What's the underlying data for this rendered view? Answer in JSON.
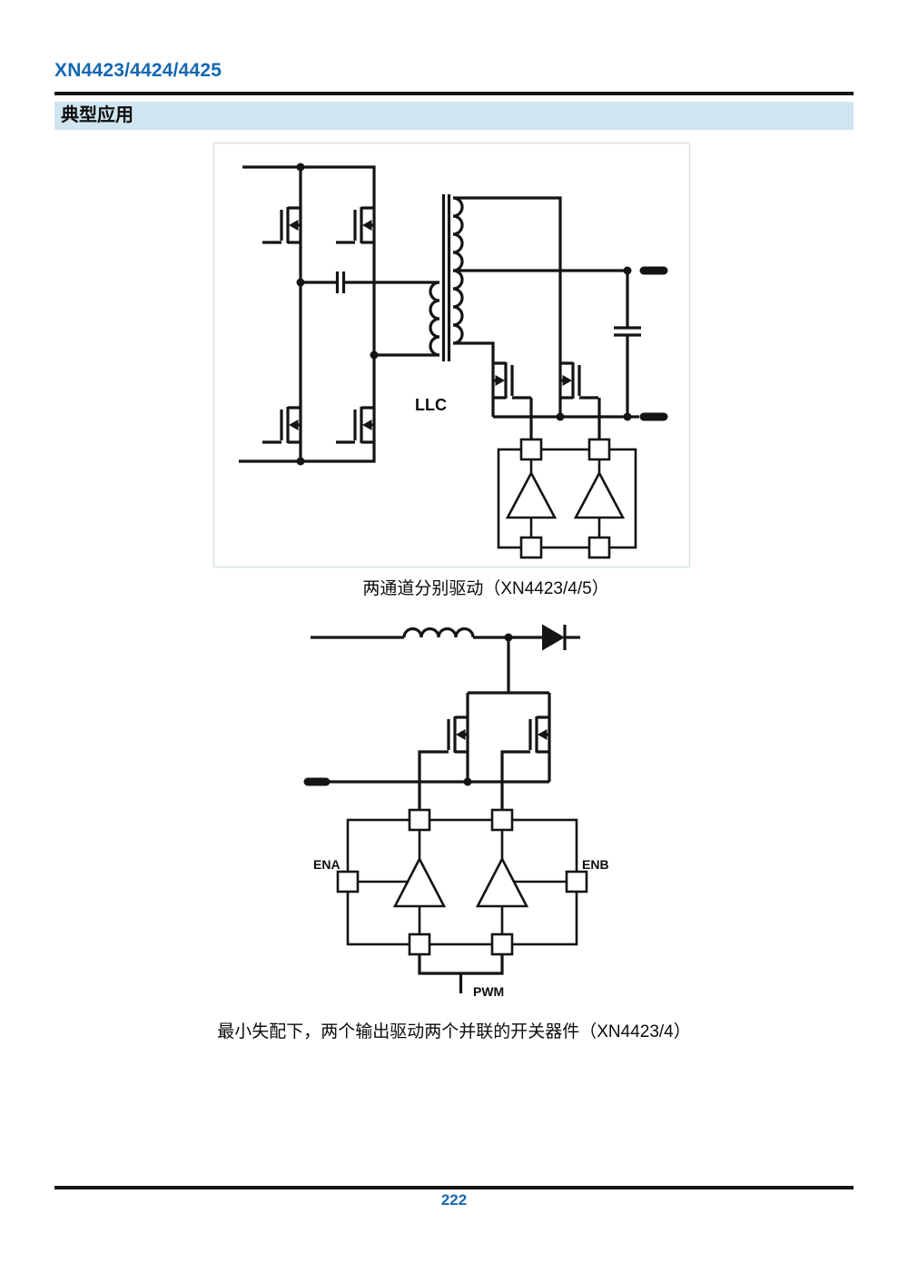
{
  "header": {
    "title": "XN4423/4424/4425",
    "title_color": "#1668b0"
  },
  "section": {
    "label": "典型应用",
    "background": "#cfe5ef"
  },
  "figure1": {
    "caption": "两通道分别驱动（XN4423/4/5）",
    "llc_label": "LLC"
  },
  "figure2": {
    "caption": "最小失配下，两个输出驱动两个并联的开关器件（XN4423/4）",
    "ena_label": "ENA",
    "enb_label": "ENB",
    "pwm_label": "PWM"
  },
  "footer": {
    "page_number": "222"
  }
}
